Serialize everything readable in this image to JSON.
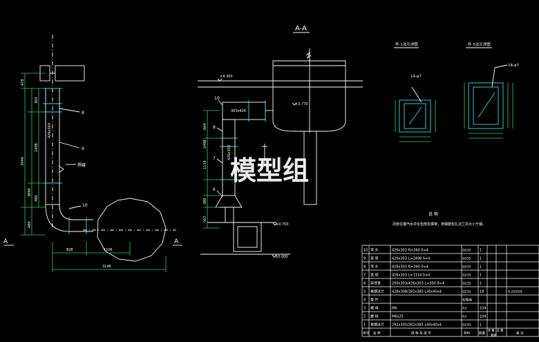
{
  "section_label": "A-A",
  "watermark": "模型组",
  "section_markers": {
    "left": "A",
    "right": "A"
  },
  "detail_titles": [
    "件 1法兰详图",
    "件 5法兰详图"
  ],
  "detail_labels": [
    "14-ø7",
    "18-ø7"
  ],
  "elevations": [
    "+4.300",
    "+3.770",
    "+0.700",
    "±0.000"
  ],
  "left_view": {
    "part_refs": [
      "8",
      "9",
      "10"
    ],
    "weld_label": "焊缝",
    "pipe_label": "426x303",
    "dims_vertical": [
      "478",
      "360",
      "2498",
      "3444",
      "3890",
      "480",
      "480"
    ],
    "dims_horizontal": [
      "828",
      "1106",
      "3148"
    ]
  },
  "section_view": {
    "part_refs": [
      "10",
      "8",
      "7",
      "6"
    ],
    "pipe_label": "303x426",
    "pipe_label2": "426x303",
    "dims_vertical": [
      "604",
      "2498",
      "1114",
      "380",
      "567"
    ]
  },
  "notes": {
    "title": "说 明",
    "text": "风管在钢汽水井化包部支撑架，用钢筋包扎法兰共大小于钢。"
  },
  "table": {
    "rows": [
      {
        "no": "10",
        "name": "弯 头",
        "spec": "426x303  R=360  δ=4",
        "mat": "Q235",
        "qty": "1",
        "note": ""
      },
      {
        "no": "9",
        "name": "直 管",
        "spec": "426x303  L=2498  δ=4",
        "mat": "Q235",
        "qty": "1",
        "note": ""
      },
      {
        "no": "8",
        "name": "弯 头",
        "spec": "426x303  R=360  δ=4",
        "mat": "Q235",
        "qty": "1",
        "note": ""
      },
      {
        "no": "7",
        "name": "直 管",
        "spec": "426x303  L=1114  δ=4",
        "mat": "Q235",
        "qty": "1",
        "note": ""
      },
      {
        "no": "6",
        "name": "异径管",
        "spec": "200x303/426x303  L=500  δ=4",
        "mat": "Q235",
        "qty": "1",
        "note": ""
      },
      {
        "no": "5",
        "name": "角钢法兰",
        "spec": "428x308/282x385  L40x40x4",
        "mat": "Q235",
        "qty": "18",
        "note": "9.25/204"
      },
      {
        "no": "4",
        "name": "垫 片",
        "spec": "",
        "mat": "石棉绳",
        "qty": "",
        "note": ""
      },
      {
        "no": "3",
        "name": "螺 母",
        "spec": "M6",
        "mat": "A3",
        "qty": "104",
        "note": ""
      },
      {
        "no": "2",
        "name": "螺 栓",
        "spec": "M6x25",
        "mat": "A3",
        "qty": "104",
        "note": ""
      },
      {
        "no": "1",
        "name": "角钢法兰",
        "spec": "292x305/282x385  L40x40x4",
        "mat": "Q235",
        "qty": "1",
        "note": ""
      }
    ],
    "header": {
      "no": "序号",
      "name": "名 称",
      "spec": "规 格 及 型 号",
      "mat": "材料",
      "qty": "数量",
      "weight_unit": "单 重",
      "weight_total": "总 重",
      "weight_group": "重量",
      "note": "备 注"
    }
  }
}
